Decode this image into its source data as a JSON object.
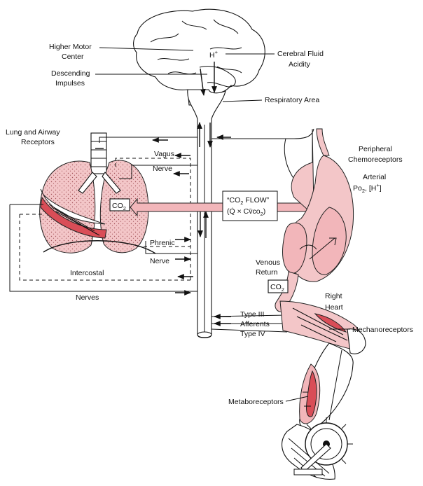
{
  "labels": {
    "higher_motor_center": [
      "Higher Motor",
      "Center"
    ],
    "descending_impulses": [
      "Descending",
      "Impulses"
    ],
    "h_plus": "H",
    "h_plus_sup": "+",
    "cerebral_fluid_acidity": [
      "Cerebral Fluid",
      "Acidity"
    ],
    "respiratory_area": "Respiratory Area",
    "lung_receptors": [
      "Lung and Airway",
      "Receptors"
    ],
    "vagus": "Vagus",
    "nerve_upper": "Nerve",
    "peripheral_chemoreceptors": [
      "Peripheral",
      "Chemoreceptors"
    ],
    "arterial": "Arterial",
    "po2": "Po",
    "po2_sub": "2",
    "po2_rest": ", [H",
    "po2_sup": "+",
    "po2_close": "]",
    "co2_lung": "CO",
    "co2_lung_sub": "2",
    "co2_flow_line1": "“CO",
    "co2_flow_sub": "2",
    "co2_flow_rest": " FLOW”",
    "co2_flow_line2": "(Q̇ × Cv̄co",
    "co2_flow_line2_sub": "2",
    "co2_flow_line2_end": ")",
    "phrenic": "Phrenic",
    "nerve_lower": "Nerve",
    "intercostal": "Intercostal",
    "nerves": "Nerves",
    "venous_return": [
      "Venous",
      "Return"
    ],
    "co2_venous": "CO",
    "co2_venous_sub": "2",
    "right_heart": [
      "Right",
      "Heart"
    ],
    "type_iii": "Type III",
    "afferents": "Afferents",
    "type_iv": "Type IV",
    "mechanoreceptors": "Mechanoreceptors",
    "metaboreceptors": "Metaboreceptors"
  },
  "colors": {
    "tissue_pink": "#f3c6c8",
    "muscle_red": "#d94d57",
    "line": "#111111"
  }
}
